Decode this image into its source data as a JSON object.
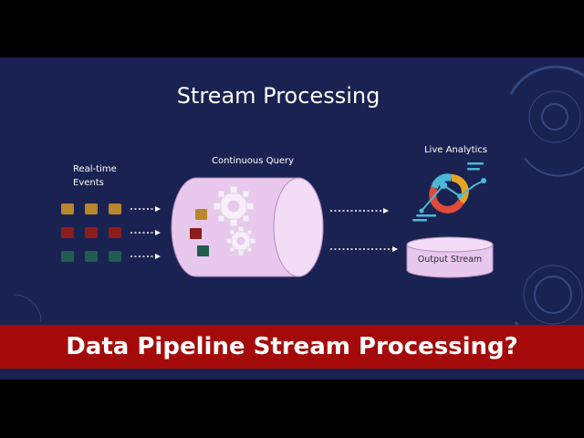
{
  "diagram": {
    "title": "Stream Processing",
    "input_label_line1": "Real-time",
    "input_label_line2": "Events",
    "processor_label": "Continuous Query",
    "analytics_label": "Live Analytics",
    "output_label": "Output Stream"
  },
  "banner": {
    "text": "Data Pipeline Stream Processing?"
  },
  "colors": {
    "background": "#1a2252",
    "event_gold": "#b8862c",
    "event_red": "#8e1c1c",
    "event_green": "#1f5e4e",
    "cylinder_fill": "#e8c8ec",
    "banner": "#a50a0a"
  }
}
